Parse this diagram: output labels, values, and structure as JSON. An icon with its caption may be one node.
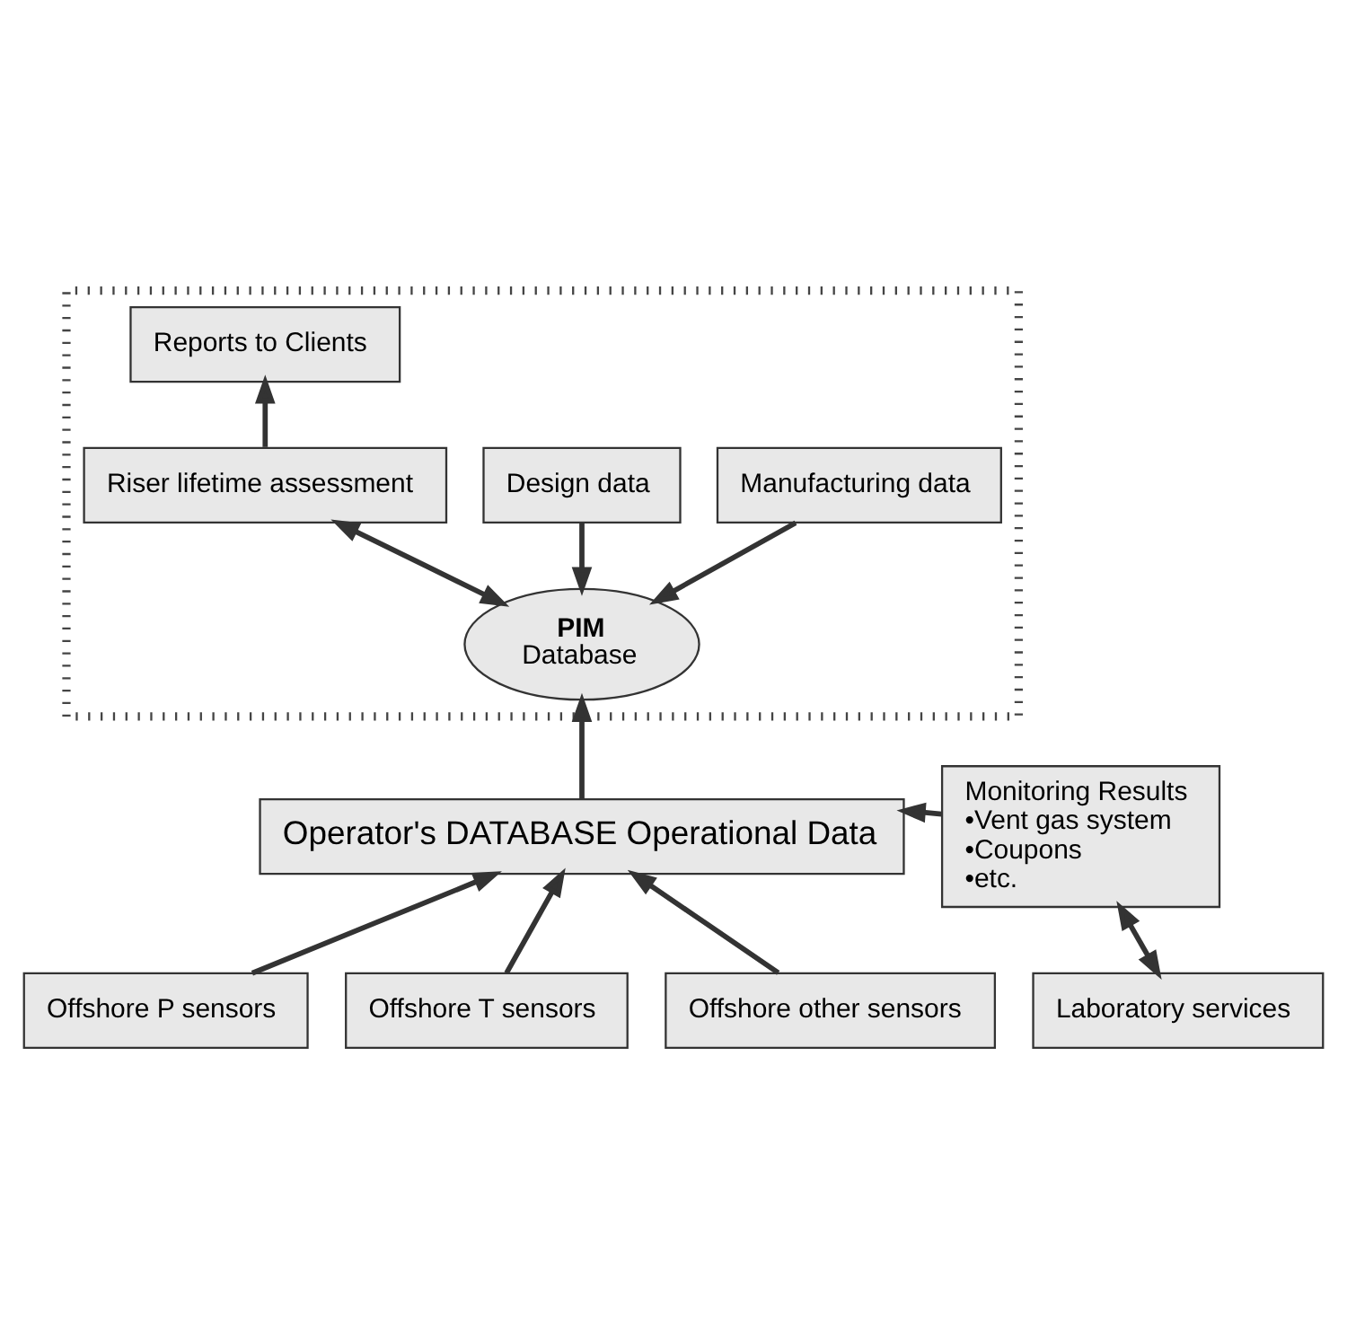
{
  "diagram": {
    "nodes": [
      {
        "text": [],
        "shape": "box"
      },
      {
        "text": [
          "Reports to Clients"
        ],
        "in": 0
      },
      {
        "text": [
          "Riser lifetime assessment"
        ],
        "in": 0
      },
      {
        "text": [
          "Design data"
        ],
        "in": 0
      },
      {
        "text": [
          "Manufacturing data"
        ],
        "in": 0
      },
      {
        "text": [
          "PIM",
          "Database"
        ],
        "in": 0
      },
      {
        "text": [
          "Operator's DATABASE Operational Data"
        ]
      },
      {
        "text": [
          "Monitoring Results",
          "•Vent gas system",
          "•Coupons",
          "•etc."
        ]
      },
      {
        "text": [
          "Offshore P sensors"
        ]
      },
      {
        "text": [
          "Offshore T sensors"
        ]
      },
      {
        "text": [
          "Offshore other sensors"
        ]
      },
      {
        "text": [
          "Laboratory services"
        ]
      }
    ],
    "edges": [
      {
        "from": 2,
        "to": 1,
        "arrow": "to"
      },
      {
        "from": 2,
        "to": 5,
        "arrow": "both"
      },
      {
        "from": 3,
        "to": 5,
        "arrow": "to"
      },
      {
        "from": 4,
        "to": 5,
        "arrow": "to"
      },
      {
        "from": 6,
        "to": 5,
        "arrow": "to"
      },
      {
        "from": 7,
        "to": 6,
        "arrow": "to"
      },
      {
        "from": 7,
        "to": 11,
        "arrow": "both"
      },
      {
        "from": 8,
        "to": 6,
        "arrow": "to"
      },
      {
        "from": 9,
        "to": 6,
        "arrow": "to"
      },
      {
        "from": 10,
        "to": 6,
        "arrow": "to"
      }
    ]
  }
}
